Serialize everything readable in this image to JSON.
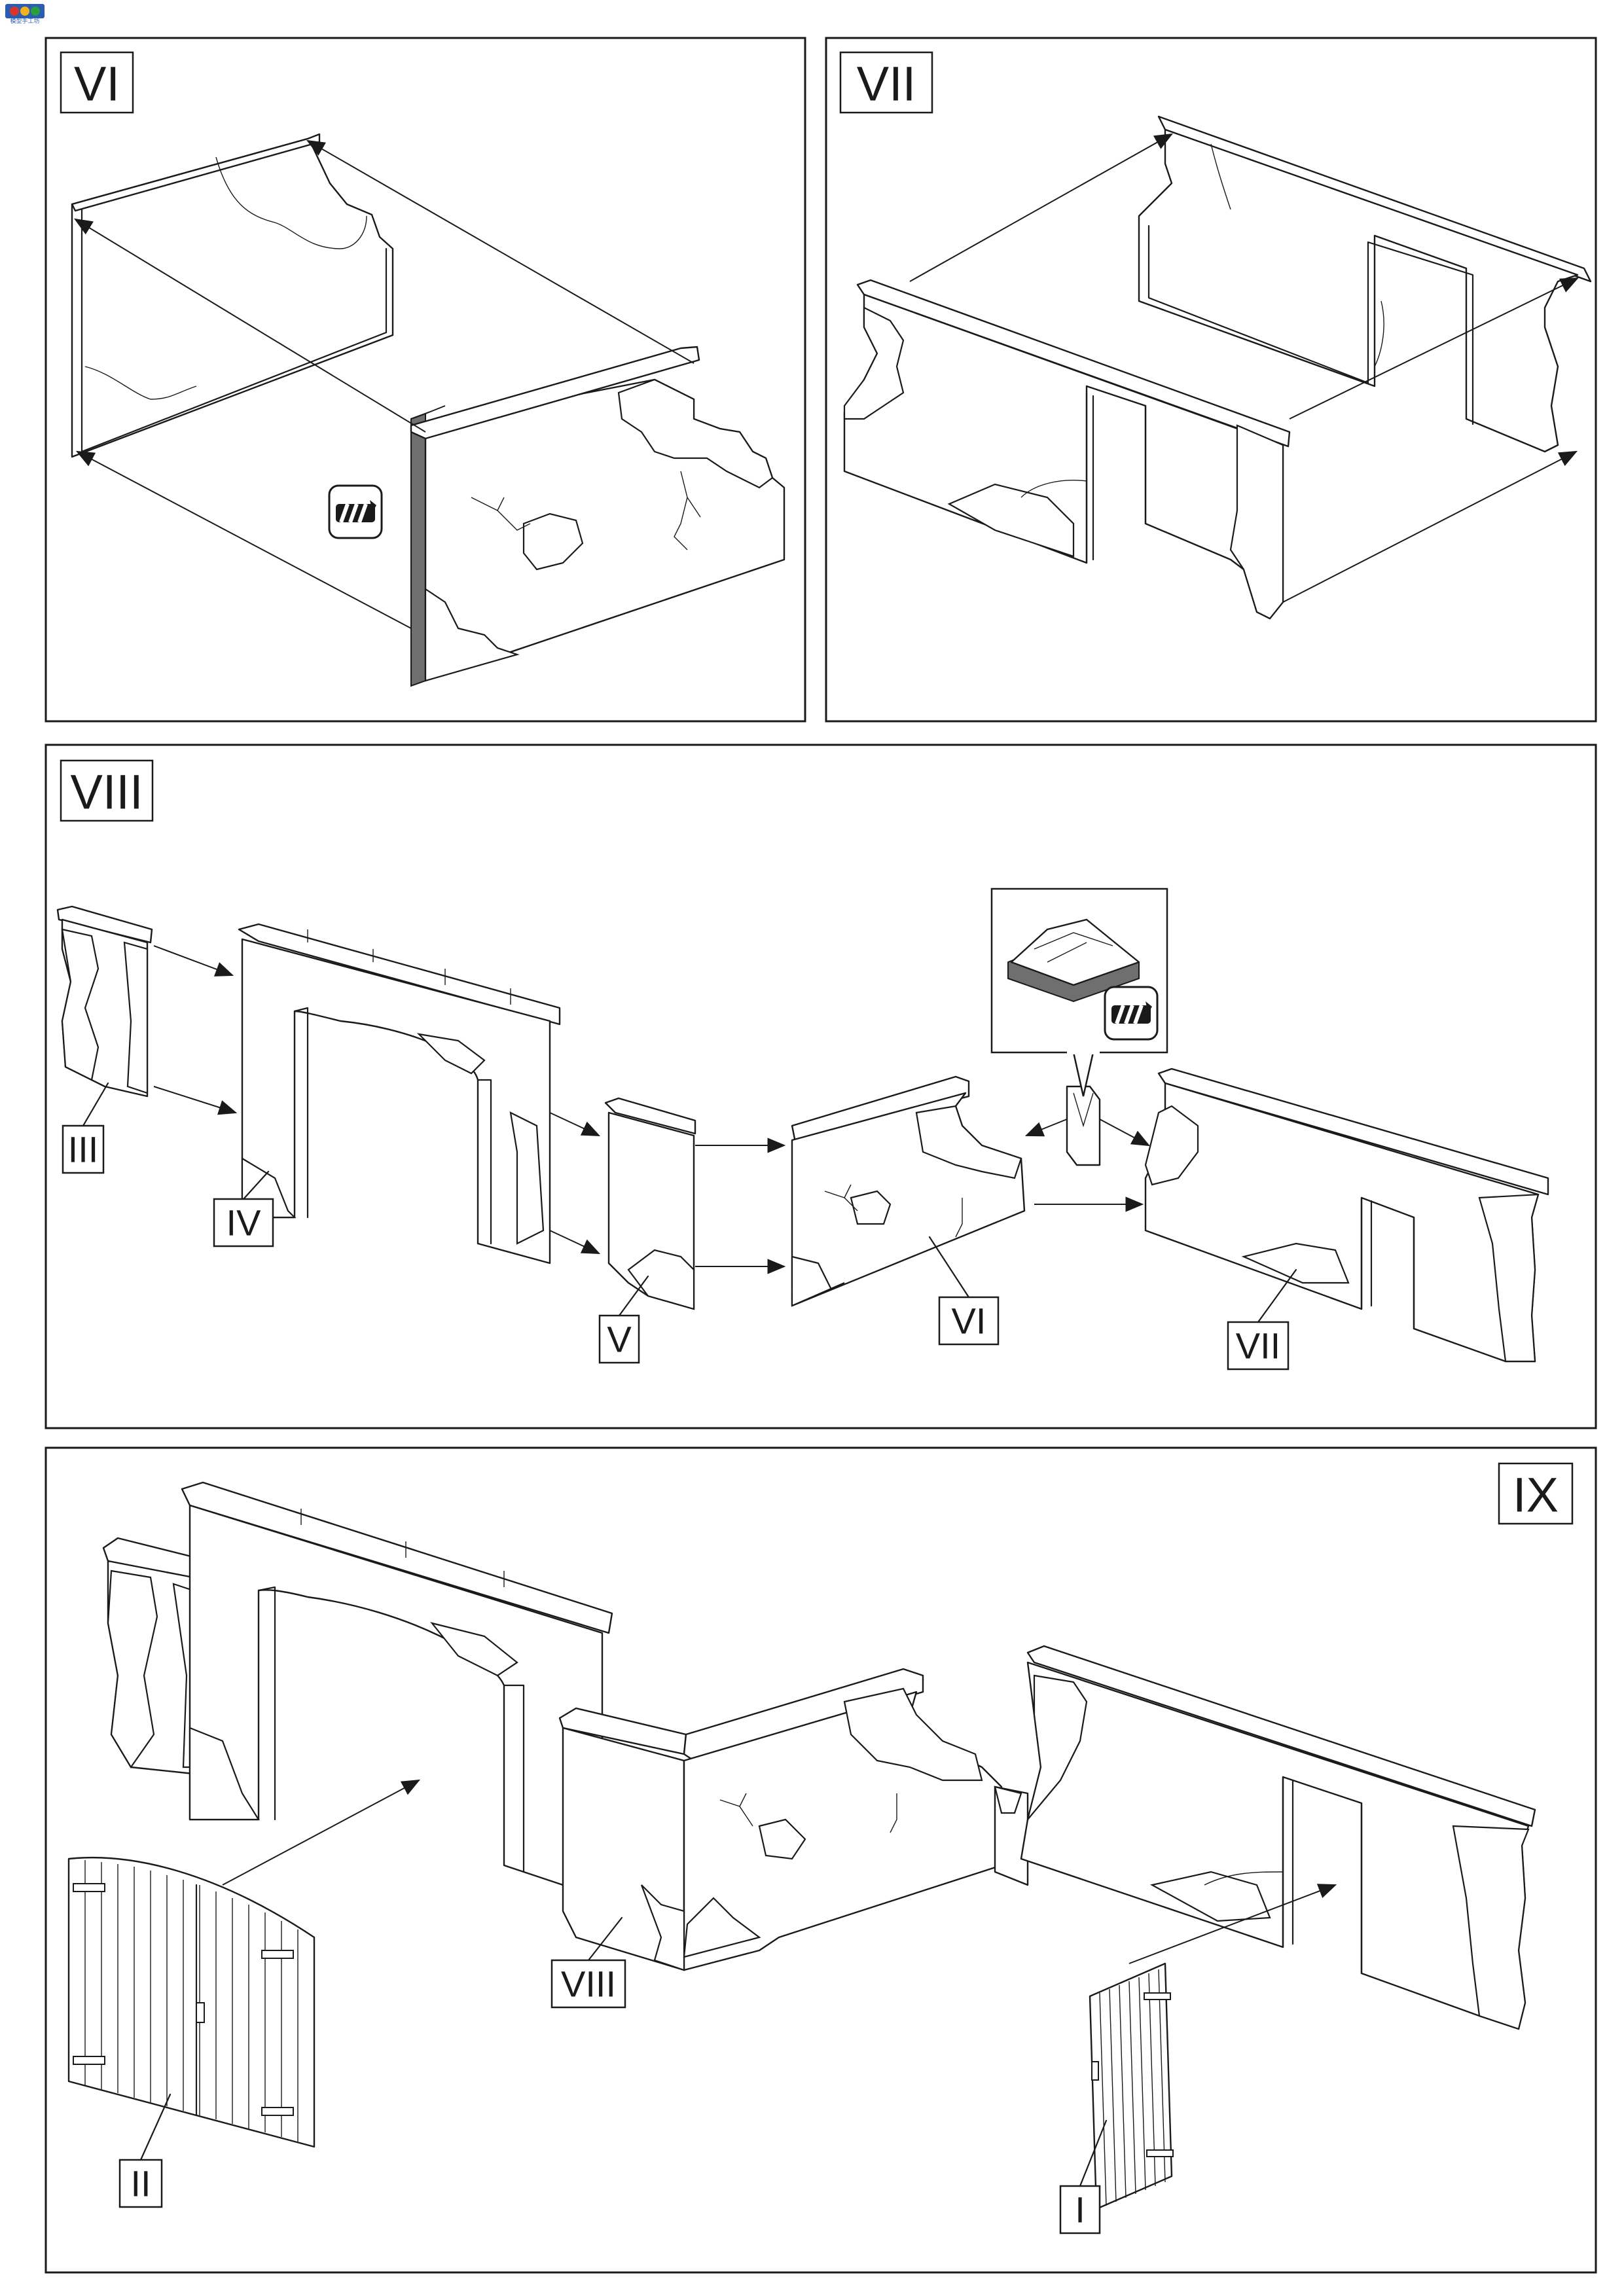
{
  "logo": {
    "text": "模型手工坊"
  },
  "panels": [
    {
      "id": "VI",
      "label": "VI"
    },
    {
      "id": "VII",
      "label": "VII"
    },
    {
      "id": "VIII",
      "label": "VIII"
    },
    {
      "id": "IX",
      "label": "IX"
    }
  ],
  "parts_VIII": [
    "III",
    "IV",
    "V",
    "VI",
    "VII"
  ],
  "parts_IX": [
    "VIII",
    "II",
    "I"
  ],
  "colors": {
    "line": "#1a1a1a",
    "glue_gray": "#6f6f6f",
    "background": "#ffffff"
  },
  "icons": [
    "glue-icon",
    "brick-pattern-icon",
    "callout-detail-icon"
  ]
}
